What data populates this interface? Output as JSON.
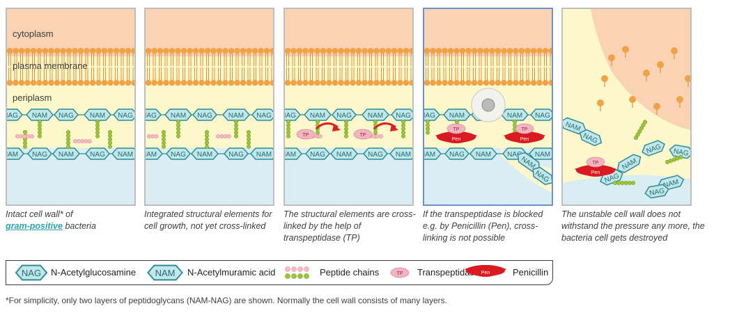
{
  "panels": [
    {
      "layers": [
        "cytoplasm",
        "plasma membrane",
        "periplasm"
      ]
    }
  ],
  "molecules": {
    "nag": "NAG",
    "nam": "NAM",
    "tp": "TP",
    "pen": "Pen"
  },
  "captions": [
    {
      "pre": "Intact cell wall* of",
      "link": "gram-positive",
      "post": " bacteria"
    },
    {
      "text": "Integrated structural elements for cell growth, not yet cross-linked"
    },
    {
      "text": "The structural elements are cross-linked by the help of transpeptidase (TP)"
    },
    {
      "text": "If the transpeptidase is blocked e.g. by Penicillin (Pen), cross-linking is not possible"
    },
    {
      "text": "The unstable cell wall does not withstand the pressure any more, the bacteria cell gets destroyed"
    }
  ],
  "legend": {
    "nag_label": "N-Acetylglucosamine",
    "nam_label": "N-Acetylmuramic acid",
    "peptide_label": "Peptide chains",
    "tp_label": "Transpeptidase",
    "pen_label": "Penicillin"
  },
  "footnote": "*For simplicity, only two layers of peptidoglycans (NAM-NAG) are shown. Normally the cell wall consists of many layers.",
  "colors": {
    "cytoplasm": "#fad2b4",
    "membrane": "#f0a247",
    "periplasm": "#fdf7cc",
    "outside": "#d9edf2",
    "hexagon_fill": "#c2e6ea",
    "hexagon_stroke": "#2b8e96",
    "peptide_green": "#9cc53c",
    "peptide_pink": "#f7b9c4",
    "transpeptidase": "#f3b3c0",
    "penicillin": "#d91a20",
    "arrow": "#d9231f"
  }
}
